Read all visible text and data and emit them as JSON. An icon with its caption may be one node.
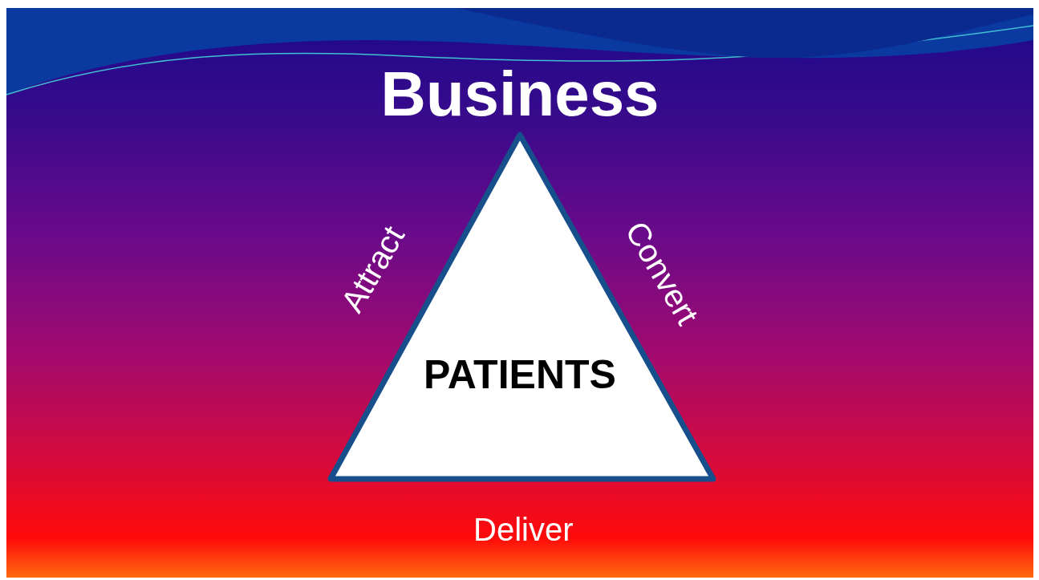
{
  "diagram": {
    "title": "Business",
    "nodes": [
      {
        "text": [
          "PATIENTS"
        ]
      }
    ],
    "labels": [
      "Attract",
      "Convert",
      "Deliver"
    ]
  }
}
